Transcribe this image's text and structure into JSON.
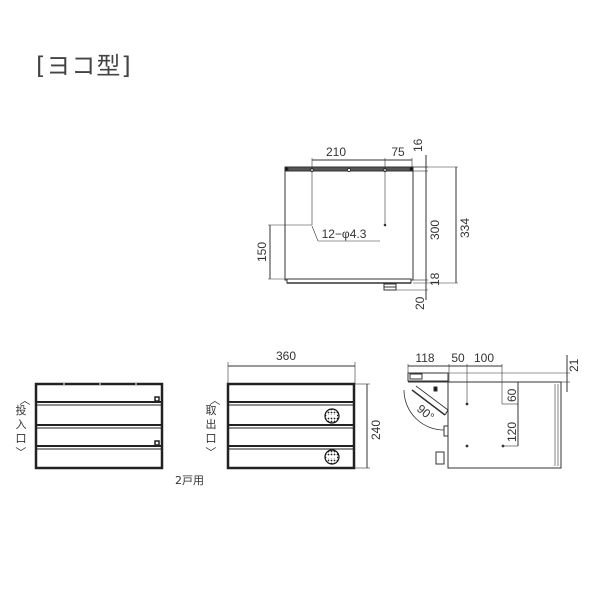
{
  "title": "[ヨコ型]",
  "top_view": {
    "dims": {
      "w210": "210",
      "w75": "75",
      "h16": "16",
      "h300": "300",
      "h334": "334",
      "h18": "18",
      "h20": "20",
      "h150": "150",
      "holes": "12−φ4.3"
    }
  },
  "front_view": {
    "label": "〈投入口〉",
    "label_chars": [
      "投",
      "入",
      "口"
    ],
    "caption": "2戸用"
  },
  "back_view": {
    "label_chars": [
      "取",
      "出",
      "口"
    ],
    "dims": {
      "w360": "360",
      "h240": "240"
    }
  },
  "side_view": {
    "dims": {
      "w118": "118",
      "w50": "50",
      "w100": "100",
      "h21": "21",
      "h60": "60",
      "h120": "120",
      "angle": "90°"
    }
  }
}
